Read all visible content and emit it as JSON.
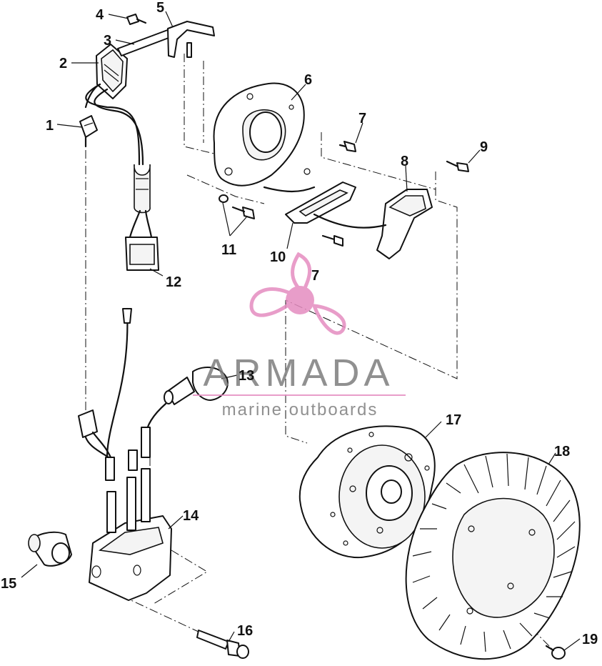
{
  "callouts": {
    "c1": "1",
    "c2": "2",
    "c3": "3",
    "c4": "4",
    "c5": "5",
    "c6": "6",
    "c7a": "7",
    "c7b": "7",
    "c8": "8",
    "c9": "9",
    "c10": "10",
    "c11": "11",
    "c12": "12",
    "c13": "13",
    "c14": "14",
    "c15": "15",
    "c16": "16",
    "c17": "17",
    "c18": "18",
    "c19": "19"
  },
  "watermark": {
    "brand": "ARMADA",
    "tagline": "marine outboards",
    "brand_color": "#7d7d7d",
    "accent_color": "#e58cc0"
  },
  "colors": {
    "ink": "#111111",
    "paper": "#ffffff"
  }
}
